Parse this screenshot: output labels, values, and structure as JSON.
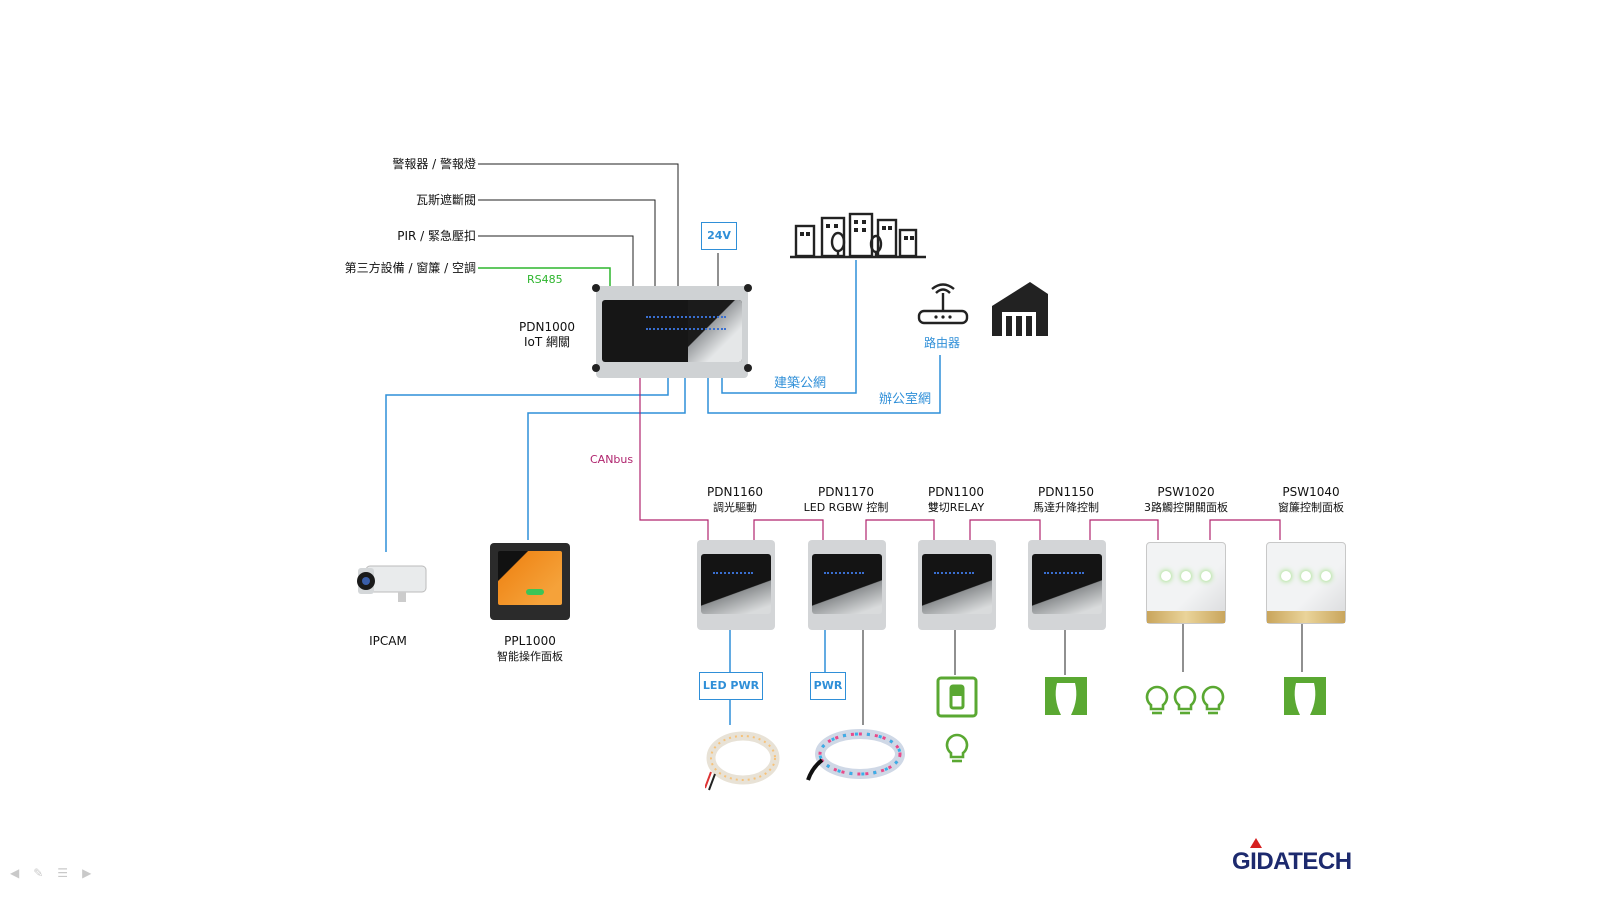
{
  "inputs": [
    {
      "label": "警報器 / 警報燈"
    },
    {
      "label": "瓦斯遮斷閥"
    },
    {
      "label": "PIR / 緊急壓扣"
    },
    {
      "label": "第三方設備 / 窗簾 / 空調"
    }
  ],
  "rs485_label": "RS485",
  "power_label": "24V",
  "gateway": {
    "model": "PDN1000",
    "desc": "IoT 網關"
  },
  "router_label": "路由器",
  "building_net_label": "建築公網",
  "office_net_label": "辦公室網",
  "canbus_label": "CANbus",
  "ipcam": {
    "label": "IPCAM"
  },
  "panel": {
    "model": "PPL1000",
    "desc": "智能操作面板"
  },
  "modules": [
    {
      "model": "PDN1160",
      "desc": "調光驅動"
    },
    {
      "model": "PDN1170",
      "desc": "LED RGBW 控制"
    },
    {
      "model": "PDN1100",
      "desc": "雙切RELAY"
    },
    {
      "model": "PDN1150",
      "desc": "馬達升降控制"
    },
    {
      "model": "PSW1020",
      "desc": "3路觸控開關面板"
    },
    {
      "model": "PSW1040",
      "desc": "窗簾控制面板"
    }
  ],
  "led_pwr_label": "LED PWR",
  "pwr_label": "PWR",
  "logo": "GIDATECH",
  "colors": {
    "network": "#2f8fd8",
    "canbus": "#b0246e",
    "rs485": "#2db52d",
    "accent": "#5aa832"
  },
  "icons": [
    "office-buildings-icon",
    "router-icon",
    "warehouse-icon",
    "bulb-icon",
    "switch-icon",
    "curtain-icon"
  ]
}
